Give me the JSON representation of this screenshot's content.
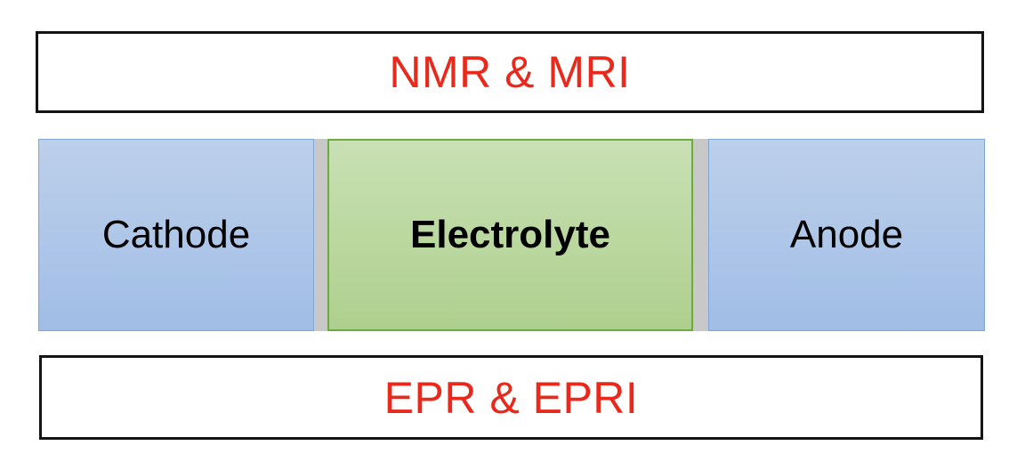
{
  "top_technique": {
    "label": "NMR & MRI"
  },
  "bottom_technique": {
    "label": "EPR & EPRI"
  },
  "cell": {
    "cathode": "Cathode",
    "electrolyte": "Electrolyte",
    "anode": "Anode"
  },
  "colors": {
    "technique_text": "#e8291c",
    "electrode_fill": "#a9c3e8",
    "electrolyte_fill": "#b8d89c",
    "separator": "#c8c8c8",
    "box_border": "#141414"
  }
}
